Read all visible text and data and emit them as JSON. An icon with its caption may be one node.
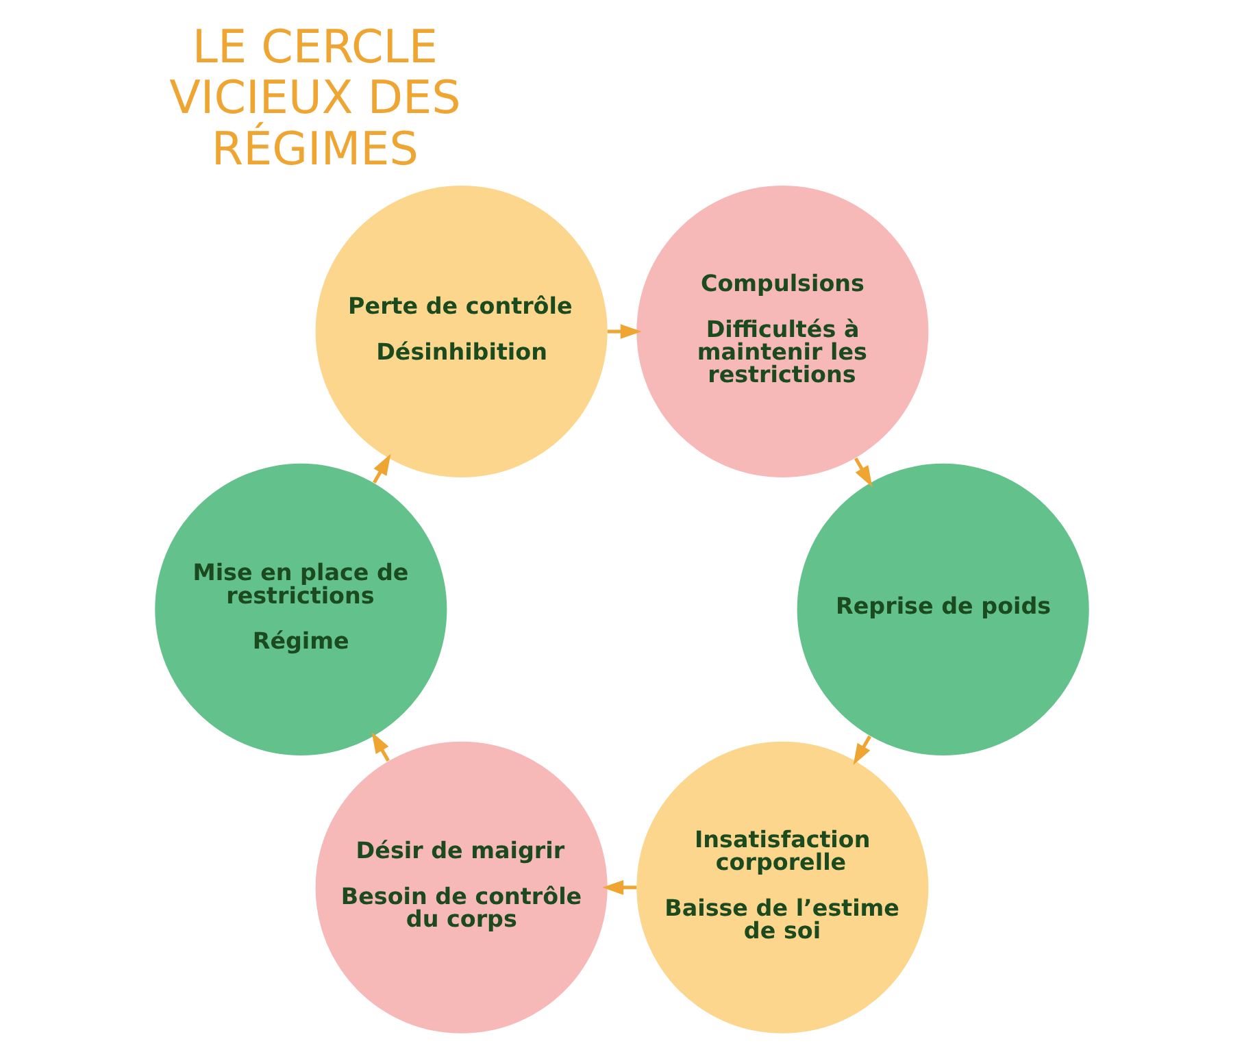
{
  "diagram": {
    "title": "LE CERCLE VICIEUX DES RÉGIMES",
    "nodes": [
      {
        "text": [
          "Insatisfaction corporelle",
          "Baisse de l’estime de soi"
        ]
      },
      {
        "text": [
          "Désir de maigrir",
          "Besoin de contrôle du corps"
        ]
      },
      {
        "text": [
          "Mise en place de restrictions",
          "Régime"
        ]
      },
      {
        "text": [
          "Perte de contrôle",
          "Désinhibition"
        ]
      },
      {
        "text": [
          "Compulsions",
          "Difficultés à maintenir les restrictions"
        ]
      },
      {
        "text": [
          "Reprise de poids"
        ]
      }
    ],
    "edges": [
      {
        "from": 0,
        "to": 1,
        "arrow": "to"
      },
      {
        "from": 1,
        "to": 2,
        "arrow": "to"
      },
      {
        "from": 2,
        "to": 3,
        "arrow": "to"
      },
      {
        "from": 3,
        "to": 4,
        "arrow": "to"
      },
      {
        "from": 4,
        "to": 5,
        "arrow": "to"
      },
      {
        "from": 5,
        "to": 0,
        "arrow": "to"
      }
    ]
  }
}
